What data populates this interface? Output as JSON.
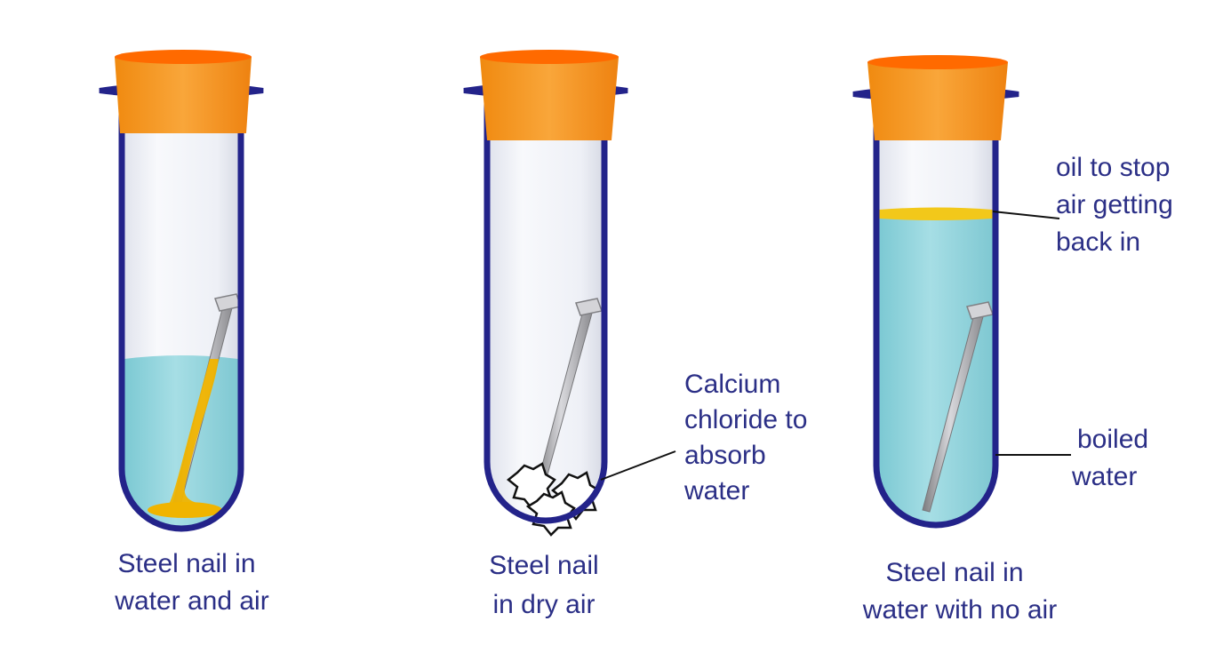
{
  "colors": {
    "tube_outline": "#23238a",
    "glass": "#eceef4",
    "water": "#8fd3dc",
    "oil": "#f2c81a",
    "rust": "#f0b400",
    "stopper": "#f7941d",
    "stopper_top": "#ff6a00",
    "nail": "#a9a9a9",
    "label_text": "#2b2f86"
  },
  "tubes": [
    {
      "caption": [
        "Steel nail in",
        "water and air"
      ],
      "contents": "water and air, rust on nail"
    },
    {
      "caption": [
        "Steel nail",
        "in dry air"
      ],
      "contents": "dry air with calcium chloride"
    },
    {
      "caption": [
        "Steel nail in",
        "water with no air"
      ],
      "contents": "boiled water under oil layer"
    }
  ],
  "callouts": {
    "calcium_chloride": [
      "Calcium",
      "chloride to",
      "absorb",
      "water"
    ],
    "oil": [
      "oil to stop",
      "air getting",
      "back in"
    ],
    "boiled_water": [
      "boiled",
      "water"
    ]
  }
}
